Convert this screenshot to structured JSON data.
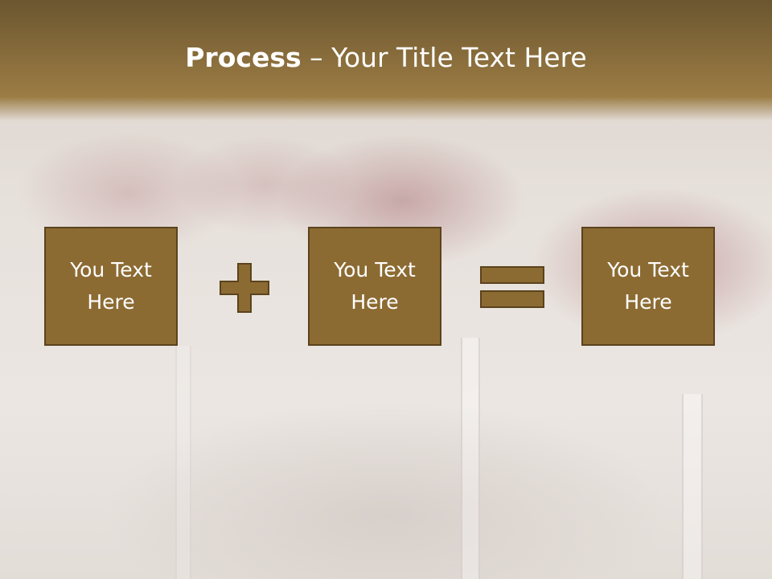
{
  "slide": {
    "title_bold": "Process",
    "title_dash": " – ",
    "title_rest": "Your Title Text Here"
  },
  "boxes": [
    {
      "label": "You Text Here"
    },
    {
      "label": "You Text Here"
    },
    {
      "label": "You Text Here"
    }
  ],
  "icons": {
    "operator_1": "plus-icon",
    "operator_2": "equals-icon"
  },
  "colors": {
    "header": "#8a6e3c",
    "box_fill": "#8c6b33",
    "box_border": "#5a431c",
    "text": "#ffffff"
  }
}
